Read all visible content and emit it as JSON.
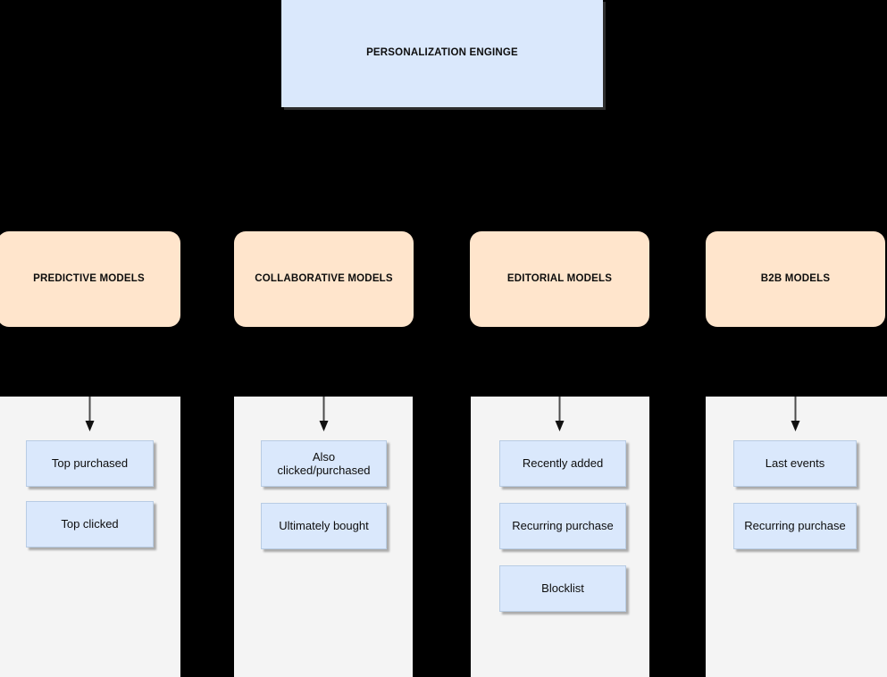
{
  "diagram": {
    "title_box": {
      "label": "PERSONALIZATION ENGINGE",
      "fill": "#dae8fc"
    },
    "model_fill": "#ffe6cc",
    "panel_fill": "#f4f4f4",
    "item_fill": "#dae8fc",
    "background": "#000000",
    "columns": [
      {
        "category": "PREDICTIVE MODELS",
        "items": [
          {
            "label": "Top purchased"
          },
          {
            "label": "Top clicked"
          }
        ]
      },
      {
        "category": "COLLABORATIVE MODELS",
        "items": [
          {
            "label": "Also\nclicked/purchased"
          },
          {
            "label": "Ultimately bought"
          }
        ]
      },
      {
        "category": "EDITORIAL MODELS",
        "items": [
          {
            "label": "Recently added"
          },
          {
            "label": "Recurring purchase"
          },
          {
            "label": "Blocklist"
          }
        ]
      },
      {
        "category": "B2B MODELS",
        "items": [
          {
            "label": "Last events"
          },
          {
            "label": "Recurring purchase"
          }
        ]
      }
    ]
  }
}
